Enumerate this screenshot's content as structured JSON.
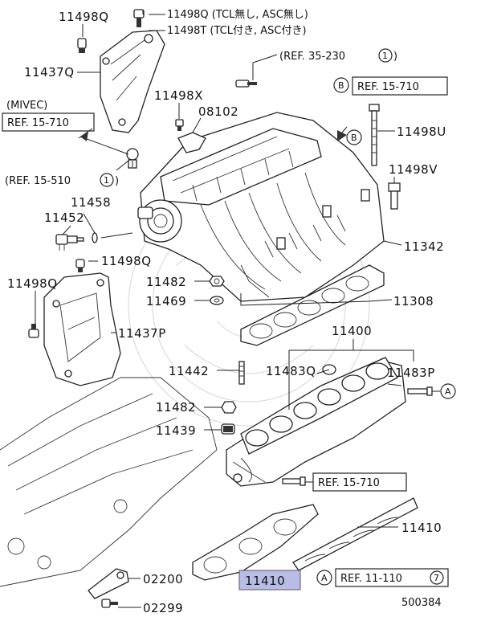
{
  "diagram_number": "500384",
  "highlighted_part": "11410",
  "labels": {
    "p11498q_top": "11498Q",
    "p11498q_tcl": "11498Q (TCL無し, ASC無し)",
    "p11498t_tcl": "11498T (TCL付き, ASC付き)",
    "p11437q": "11437Q",
    "ref_35_230": "(REF. 35-230",
    "ref_35_230_num": "1",
    "ref_b_circle": "B",
    "ref_b_15_710": "REF. 15-710",
    "mivec": "(MIVEC)",
    "ref_15_710_left": "REF. 15-710",
    "p11498x": "11498X",
    "p08102": "08102",
    "b_marker": "B",
    "p11498u": "11498U",
    "ref_15_510": "(REF. 15-510",
    "ref_15_510_num": "1",
    "p11498v": "11498V",
    "p11458": "11458",
    "p11452": "11452",
    "p11342": "11342",
    "p11498q_mid": "11498Q",
    "p11498q_left": "11498Q",
    "p11482_a": "11482",
    "p11469": "11469",
    "p11308": "11308",
    "p11437p": "11437P",
    "p11400": "11400",
    "p11442": "11442",
    "p11483q": "11483Q",
    "p11483p": "11483P",
    "a_marker": "A",
    "p11482_b": "11482",
    "p11439": "11439",
    "ref_15_710_bottom": "REF. 15-710",
    "p11410_right": "11410",
    "p11410_box": "11410",
    "p02200": "02200",
    "p02299": "02299",
    "ref_a_circle": "A",
    "ref_11_110": "REF. 11-110",
    "ref_11_110_num": "7"
  }
}
